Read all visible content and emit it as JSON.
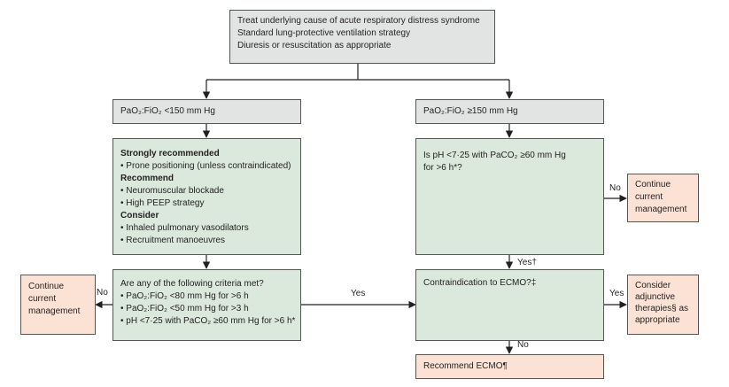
{
  "top_box": {
    "lines": [
      "Treat underlying cause of acute respiratory distress syndrome",
      "Standard lung-protective ventilation strategy",
      "Diuresis or resuscitation as appropriate"
    ]
  },
  "left_branch": {
    "ratio_label": "PaO₂:FiO₂ <150 mm Hg",
    "recommendations": {
      "strongly_recommended_heading": "Strongly recommended",
      "strongly_recommended_items": [
        "Prone positioning (unless contraindicated)"
      ],
      "recommend_heading": "Recommend",
      "recommend_items": [
        "Neuromuscular blockade",
        "High PEEP strategy"
      ],
      "consider_heading": "Consider",
      "consider_items": [
        "Inhaled pulmonary vasodilators",
        "Recruitment manoeuvres"
      ]
    },
    "criteria": {
      "question": "Are any of the following criteria met?",
      "items": [
        "PaO₂:FiO₂ <80 mm Hg for >6 h",
        "PaO₂:FiO₂ <50 mm Hg for >3 h",
        "pH <7·25 with PaCO₂ ≥60 mm Hg for >6 h*"
      ]
    },
    "continue_box": [
      "Continue",
      "current",
      "management"
    ]
  },
  "right_branch": {
    "ratio_label": "PaO₂:FiO₂ ≥150 mm Hg",
    "ph_question": [
      "Is pH <7·25 with PaCO₂ ≥60 mm Hg",
      "for >6 h*?"
    ],
    "continue_box": [
      "Continue",
      "current",
      "management"
    ],
    "contraindication_question": "Contraindication to ECMO?‡",
    "adjunctive_box": [
      "Consider",
      "adjunctive",
      "therapies§ as",
      "appropriate"
    ],
    "recommend_ecmo": "Recommend ECMO¶"
  },
  "edge_labels": {
    "no_left": "No",
    "yes_middle": "Yes",
    "no_right_top": "No",
    "yes_dagger": "Yes†",
    "yes_right": "Yes",
    "no_bottom": "No"
  },
  "colors": {
    "grey_box": "#e2e3e3",
    "green_box": "#dbe8dc",
    "pink_box": "#fbe2d4",
    "line": "#231f20"
  }
}
